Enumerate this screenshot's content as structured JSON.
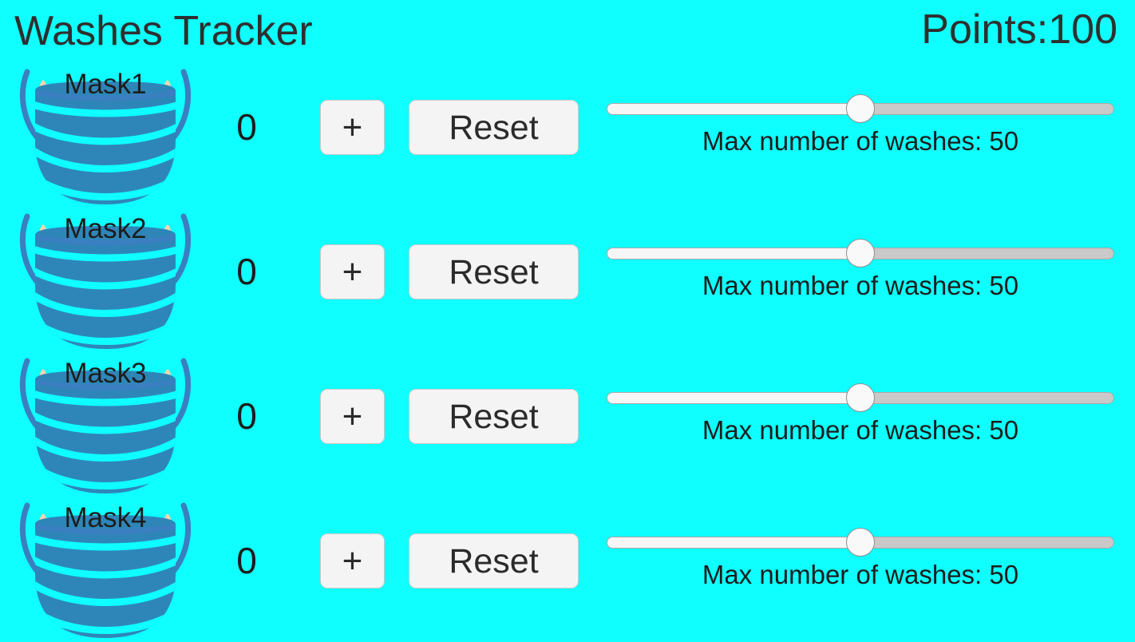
{
  "header": {
    "title": "Washes Tracker",
    "points_label": "Points:100"
  },
  "theme": {
    "background": "#0ffefe",
    "text": "#2b2b2b",
    "button_face": "#f4f4f4",
    "button_border": "#c9c9c9",
    "mask_body": "#2e86b8",
    "mask_strap": "#2e86b8",
    "mask_ear": "#ffd3ae",
    "slider_fill": "#f6f6f6",
    "slider_track": "#c9c9c9",
    "slider_thumb": "#f9f9f9"
  },
  "controls": {
    "increment_label": "+",
    "reset_label": "Reset"
  },
  "rows": [
    {
      "name": "Mask1",
      "count": "0",
      "increment_label": "+",
      "reset_label": "Reset",
      "slider_percent": 50,
      "slider_caption": "Max number of washes: 50",
      "max_washes": 50
    },
    {
      "name": "Mask2",
      "count": "0",
      "increment_label": "+",
      "reset_label": "Reset",
      "slider_percent": 50,
      "slider_caption": "Max number of washes: 50",
      "max_washes": 50
    },
    {
      "name": "Mask3",
      "count": "0",
      "increment_label": "+",
      "reset_label": "Reset",
      "slider_percent": 50,
      "slider_caption": "Max number of washes: 50",
      "max_washes": 50
    },
    {
      "name": "Mask4",
      "count": "0",
      "increment_label": "+",
      "reset_label": "Reset",
      "slider_percent": 50,
      "slider_caption": "Max number of washes: 50",
      "max_washes": 50
    }
  ],
  "icons": {
    "mask": "face-mask-icon"
  }
}
